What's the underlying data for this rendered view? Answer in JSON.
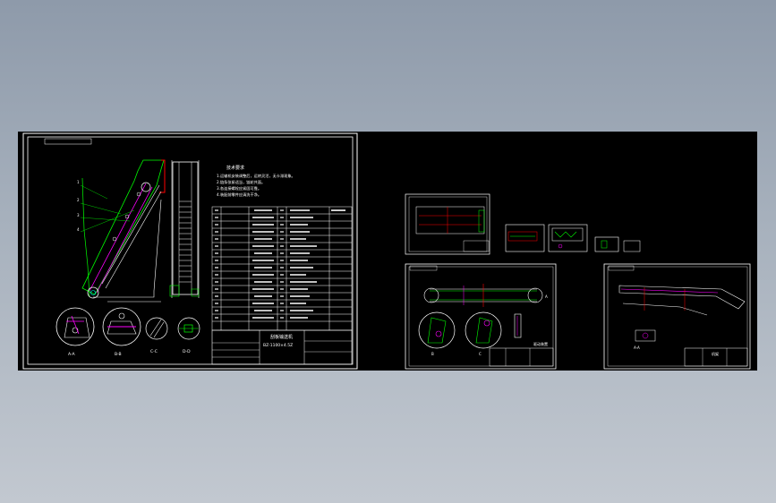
{
  "viewer": {
    "background": "#000000"
  },
  "main_sheet": {
    "notes": {
      "title": "技术要求",
      "lines": [
        "1.运输机安装调整后，运转灵活，无卡滞现象。",
        "2.链条张紧适当，链轮共面。",
        "3.各连接螺栓应紧固可靠。",
        "4.装配前零件应清洗干净。"
      ]
    },
    "section_labels": [
      "A-A",
      "B-B",
      "C-C",
      "D-D"
    ],
    "title_block": {
      "name": "刮板输送机",
      "code": "BZ-1100×4.5Z"
    }
  },
  "thumbnails": [
    {
      "caption": ""
    },
    {
      "caption": ""
    },
    {
      "caption": ""
    },
    {
      "caption": ""
    }
  ],
  "sheet_2": {
    "view_labels": [
      "A",
      "B",
      "C"
    ],
    "title": "驱动装置"
  },
  "sheet_3": {
    "view_labels": [
      "A-A"
    ],
    "title": "机架"
  },
  "colors": {
    "line": "#ffffff",
    "green": "#00ff00",
    "magenta": "#ff00ff",
    "red": "#ff0000",
    "cyan": "#00ffff",
    "yellow": "#ffff00"
  }
}
